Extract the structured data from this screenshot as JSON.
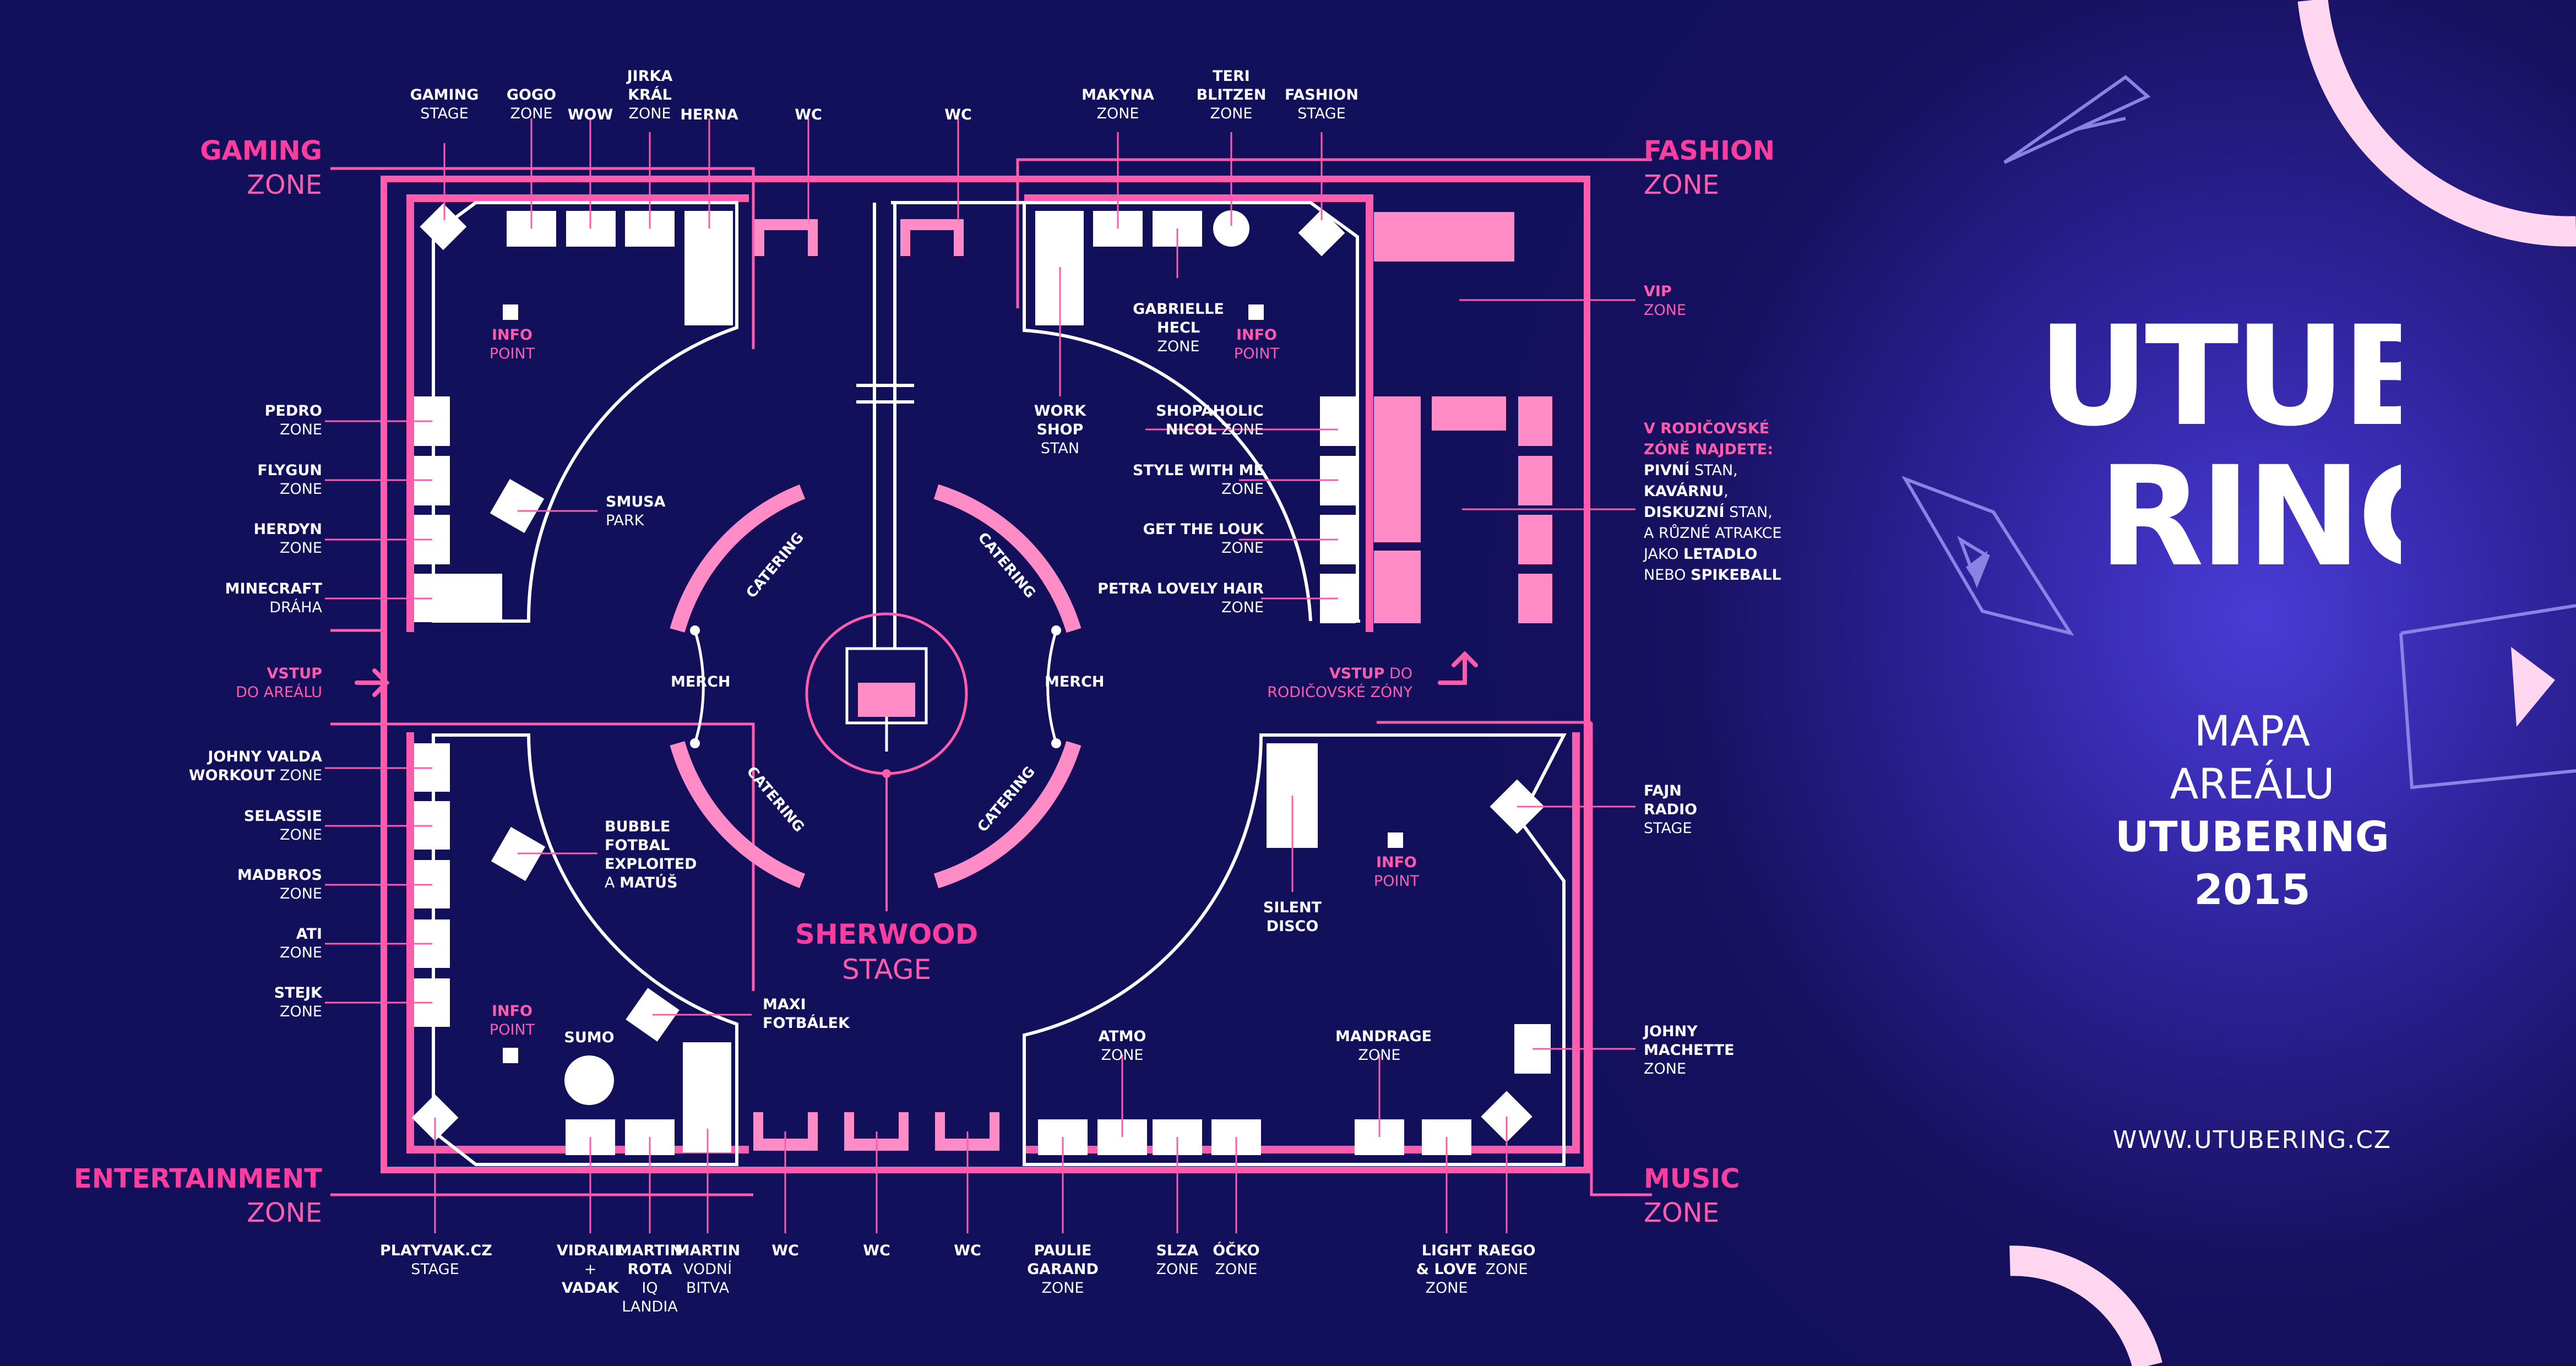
{
  "colors": {
    "background": "#12105a",
    "accent_pink": "#ff3d9e",
    "light_pink": "#ff8cc6",
    "white": "#ffffff"
  },
  "zones": {
    "gaming": {
      "title": "GAMING",
      "sub": "ZONE"
    },
    "fashion": {
      "title": "FASHION",
      "sub": "ZONE"
    },
    "entertainment": {
      "title": "ENTERTAINMENT",
      "sub": "ZONE"
    },
    "music": {
      "title": "MUSIC",
      "sub": "ZONE"
    }
  },
  "top_labels": [
    {
      "t": "GAMING",
      "s": "STAGE"
    },
    {
      "t": "GOGO",
      "s": "ZONE"
    },
    {
      "t": "WOW",
      "s": ""
    },
    {
      "t": "JIRKA",
      "t2": "KRÁL",
      "s": "ZONE"
    },
    {
      "t": "HERNA",
      "s": ""
    },
    {
      "t": "WC",
      "s": ""
    },
    {
      "t": "WC",
      "s": ""
    },
    {
      "t": "MAKYNA",
      "s": "ZONE"
    },
    {
      "t": "TERI",
      "t2": "BLITZEN",
      "s": "ZONE"
    },
    {
      "t": "FASHION",
      "s": "STAGE"
    }
  ],
  "left_labels": [
    {
      "t": "PEDRO",
      "s": "ZONE"
    },
    {
      "t": "FLYGUN",
      "s": "ZONE"
    },
    {
      "t": "HERDYN",
      "s": "ZONE"
    },
    {
      "t": "MINECRAFT",
      "s": "DRÁHA"
    },
    {
      "t": "JOHNY VALDA",
      "t2": "WORKOUT",
      "s": "ZONE"
    },
    {
      "t": "SELASSIE",
      "s": "ZONE"
    },
    {
      "t": "MADBROS",
      "s": "ZONE"
    },
    {
      "t": "ATI",
      "s": "ZONE"
    },
    {
      "t": "STEJK",
      "s": "ZONE"
    }
  ],
  "inner_labels": {
    "smusa": {
      "t": "SMUSA",
      "s": "PARK"
    },
    "info1": {
      "t": "INFO",
      "s": "POINT"
    },
    "info2": {
      "t": "INFO",
      "s": "POINT"
    },
    "info3": {
      "t": "INFO",
      "s": "POINT"
    },
    "info4": {
      "t": "INFO",
      "s": "POINT"
    },
    "gabrielle": {
      "t": "GABRIELLE",
      "t2": "HECL",
      "s": "ZONE"
    },
    "workshop": {
      "t": "WORK",
      "t2": "SHOP",
      "s": "STAN"
    },
    "shopaholic": {
      "t": "SHOPAHOLIC",
      "t2": "NICOL",
      "s": "ZONE"
    },
    "stylewithme": {
      "t": "STYLE WITH ME",
      "s": "ZONE"
    },
    "getthelouk": {
      "t": "GET THE LOUK",
      "s": "ZONE"
    },
    "petra": {
      "t": "PETRA LOVELY HAIR",
      "s": "ZONE"
    },
    "bubble": {
      "t": "BUBBLE",
      "t2": "FOTBAL",
      "t3": "EXPLOITED",
      "a": "A",
      "t4": "MATÚŠ"
    },
    "maxi": {
      "t": "MAXI",
      "t2": "FOTBÁLEK"
    },
    "sumo": {
      "t": "SUMO"
    },
    "silent": {
      "t": "SILENT",
      "t2": "DISCO"
    },
    "atmo": {
      "t": "ATMO",
      "s": "ZONE"
    },
    "mandrage": {
      "t": "MANDRAGE",
      "s": "ZONE"
    }
  },
  "right_labels": {
    "vip": {
      "t": "VIP",
      "s": "ZONE"
    },
    "fajn": {
      "t": "FAJN",
      "t2": "RADIO",
      "s": "STAGE"
    },
    "johny_machette": {
      "t": "JOHNY",
      "t2": "MACHETTE",
      "s": "ZONE"
    }
  },
  "parent_zone": {
    "l1": "V RODIČOVSKÉ",
    "l2": "ZÓNĚ NAJDETE:",
    "l3a": "PIVNÍ",
    "l3b": " STAN,",
    "l4a": "KAVÁRNU",
    "l4b": ",",
    "l5a": "DISKUZNÍ",
    "l5b": " STAN,",
    "l6": "A RŮZNÉ ATRAKCE",
    "l7a": "JAKO ",
    "l7b": "LETADLO",
    "l8a": "NEBO ",
    "l8b": "SPIKEBALL"
  },
  "bottom_labels": [
    {
      "t": "PLAYTVAK.CZ",
      "s": "STAGE"
    },
    {
      "t": "VIDRAIL",
      "a": "+",
      "t2": "VADAK"
    },
    {
      "t": "MARTIN",
      "t2": "ROTA",
      "s": "IQ",
      "s2": "LANDIA"
    },
    {
      "t": "MARTIN",
      "s": "VODNÍ",
      "s2": "BITVA"
    },
    {
      "t": "WC"
    },
    {
      "t": "WC"
    },
    {
      "t": "WC"
    },
    {
      "t": "PAULIE",
      "t2": "GARAND",
      "s": "ZONE"
    },
    {
      "t": "SLZA",
      "s": "ZONE"
    },
    {
      "t": "ÓČKO",
      "s": "ZONE"
    },
    {
      "t": "LIGHT",
      "t2": "& LOVE",
      "s": "ZONE"
    },
    {
      "t": "RAEGO",
      "s": "ZONE"
    }
  ],
  "entrances": {
    "main": {
      "t": "VSTUP",
      "s": "DO AREÁLU"
    },
    "parent": {
      "t": "VSTUP",
      "t_rest": " DO",
      "s": "RODIČOVSKÉ ZÓNY"
    }
  },
  "center": {
    "stage": {
      "t": "SHERWOOD",
      "s": "STAGE"
    },
    "catering": [
      "CATERING",
      "CATERING",
      "CATERING",
      "CATERING"
    ],
    "merch": [
      "MERCH",
      "MERCH"
    ]
  },
  "branding": {
    "logo_line1": "UTUBE",
    "logo_line2": "RING",
    "mapa": "MAPA",
    "arealu": "AREÁLU",
    "event": "UTUBERING",
    "year": "2015",
    "url": "WWW.UTUBERING.CZ"
  }
}
